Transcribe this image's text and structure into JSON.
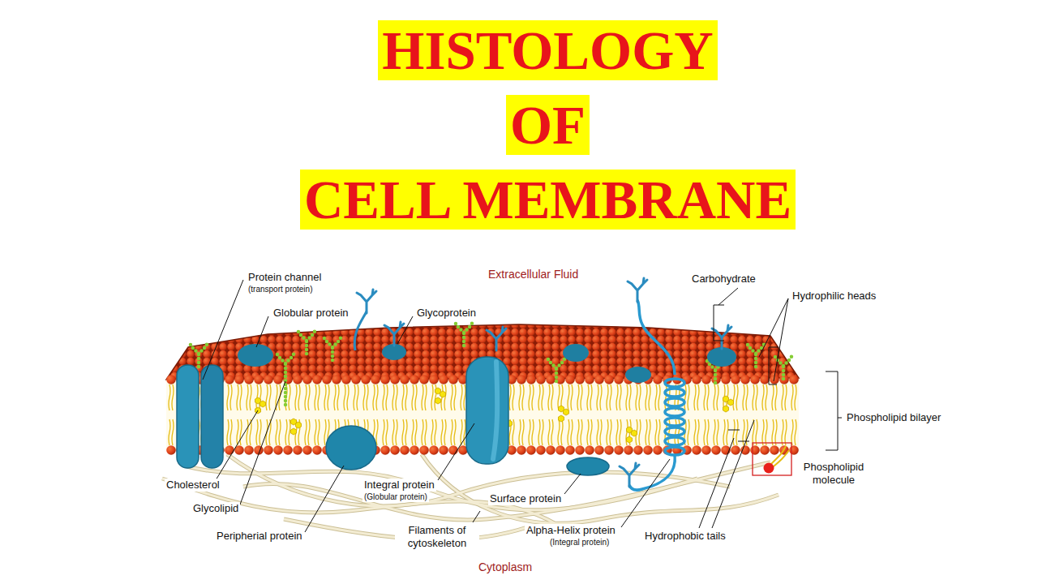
{
  "diagram": {
    "title": "HISTOLOGY OF CELL MEMBRANE",
    "labels": [
      "Protein channel",
      "(transport protein)",
      "Extracellular Fluid",
      "Carbohydrate",
      "Globular protein",
      "Glycoprotein",
      "Hydrophilic heads",
      "Phospholipid bilayer",
      "Cholesterol",
      "Phospholipid molecule",
      "Integral protein",
      "(Globular protein)",
      "Surface protein",
      "Glycolipid",
      "Filaments of cytoskeleton",
      "Alpha-Helix protein",
      "(Integral protein)",
      "Peripherial protein",
      "Hydrophobic tails",
      "Cytoplasm"
    ]
  }
}
